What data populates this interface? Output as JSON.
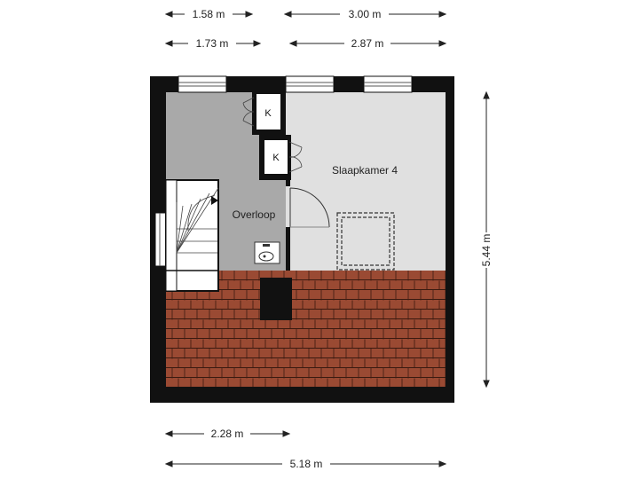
{
  "dimensions": {
    "top_row1_left": "1.58 m",
    "top_row1_right": "3.00 m",
    "top_row2_left": "1.73 m",
    "top_row2_right": "2.87 m",
    "right_vertical": "5.44 m",
    "bottom_row1": "2.28 m",
    "bottom_row2": "5.18 m"
  },
  "rooms": {
    "landing": "Overloop",
    "bedroom": "Slaapkamer 4"
  },
  "cupboards": {
    "upper": "K",
    "lower": "K"
  },
  "colors": {
    "wall": "#111111",
    "landing_floor": "#a9a9a9",
    "bedroom_floor": "#e0e0e0",
    "roof_tile": "#9a4a33",
    "roof_line": "#3a1a10"
  }
}
